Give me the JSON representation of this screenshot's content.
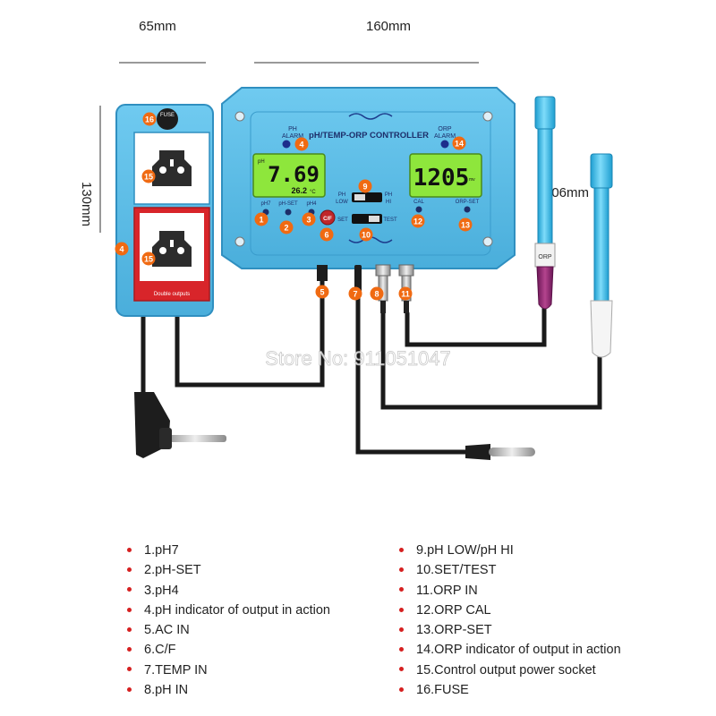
{
  "dimensions": {
    "socket_width": "65mm",
    "controller_width": "160mm",
    "height": "130mm",
    "probe_length": "106mm"
  },
  "watermark": "Store No: 911051047",
  "controller": {
    "title": "pH/TEMP-ORP CONTROLLER",
    "ph_alarm": [
      "PH",
      "ALARM"
    ],
    "orp_alarm": [
      "ORP",
      "ALARM"
    ],
    "ph_reading": "7.69",
    "temp_reading": "26.2",
    "temp_unit": "°C",
    "ph_tag": "pH",
    "orp_reading": "1205",
    "orp_unit": "mv",
    "buttons": {
      "ph7": "pH7",
      "ph_set": "pH-SET",
      "ph4": "pH4",
      "cal": "CAL",
      "orp_set": "ORP-SET",
      "cf": "C/F",
      "ph_low": [
        "PH",
        "LOW"
      ],
      "ph_hi": [
        "PH",
        "HI"
      ],
      "set": "SET",
      "test": "TEST"
    }
  },
  "socket_box": {
    "fuse": "FUSE",
    "power_label": "Double outputs"
  },
  "probe_label": "ORP",
  "callouts": [
    "1",
    "2",
    "3",
    "4",
    "5",
    "6",
    "7",
    "8",
    "9",
    "10",
    "11",
    "12",
    "13",
    "14",
    "15",
    "16"
  ],
  "legend": {
    "left": [
      "1.pH7",
      "2.pH-SET",
      "3.pH4",
      "4.pH indicator of output in action",
      "5.AC IN",
      "6.C/F",
      "7.TEMP IN",
      "8.pH IN"
    ],
    "right": [
      "9.pH LOW/pH HI",
      "10.SET/TEST",
      "11.ORP IN",
      "12.ORP CAL",
      "13.ORP-SET",
      "14.ORP indicator of output in action",
      "15.Control output power socket",
      "16.FUSE"
    ]
  },
  "colors": {
    "housing": "#5bbde6",
    "housing_edge": "#2f8fc0",
    "lcd": "#8ee63c",
    "callout": "#f06a12",
    "socket_red": "#d8252a",
    "probe_cyan": "#2fb8e8",
    "probe_purple": "#8a2270",
    "legend_dot": "#d62020"
  }
}
